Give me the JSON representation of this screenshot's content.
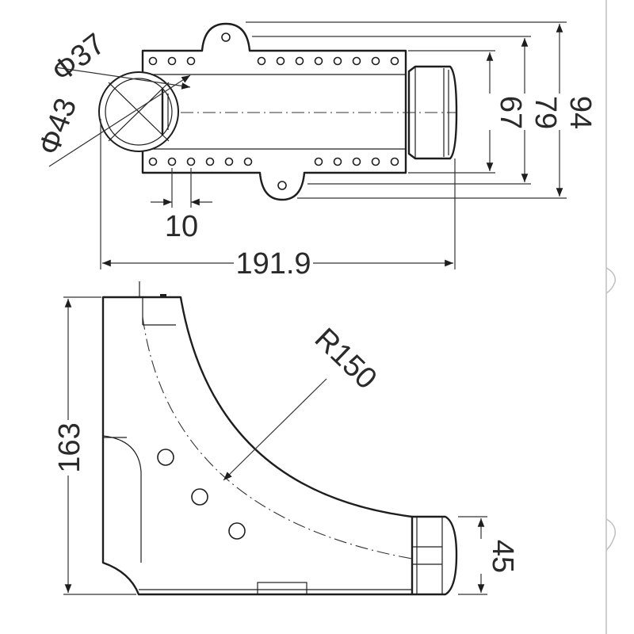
{
  "top_view": {
    "dim_phi37": "Φ37",
    "dim_phi43": "Φ43",
    "dim_hole_pitch": "10",
    "dim_length": "191.9",
    "dim_67": "67",
    "dim_79": "79",
    "dim_94": "94"
  },
  "side_view": {
    "dim_radius": "R150",
    "dim_height": "163",
    "dim_45": "45"
  }
}
